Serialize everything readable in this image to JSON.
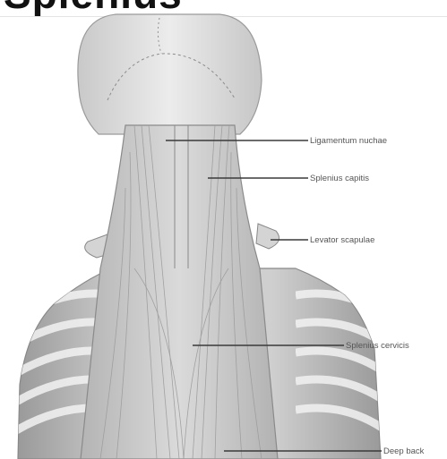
{
  "title": "Splenius",
  "labels": {
    "ligamentum_nuchae": "Ligamentum nuchae",
    "splenius_capitis": "Splenius capitis",
    "levator_scapulae": "Levator scapulae",
    "splenius_cervicis": "Splenius cervicis",
    "deep_back": "Deep back"
  },
  "colors": {
    "bone": "#dcdcdc",
    "muscle": "#c4c4c4",
    "outline": "#8a8a8a",
    "leader": "#3a3a3a",
    "label_text": "#555555"
  }
}
